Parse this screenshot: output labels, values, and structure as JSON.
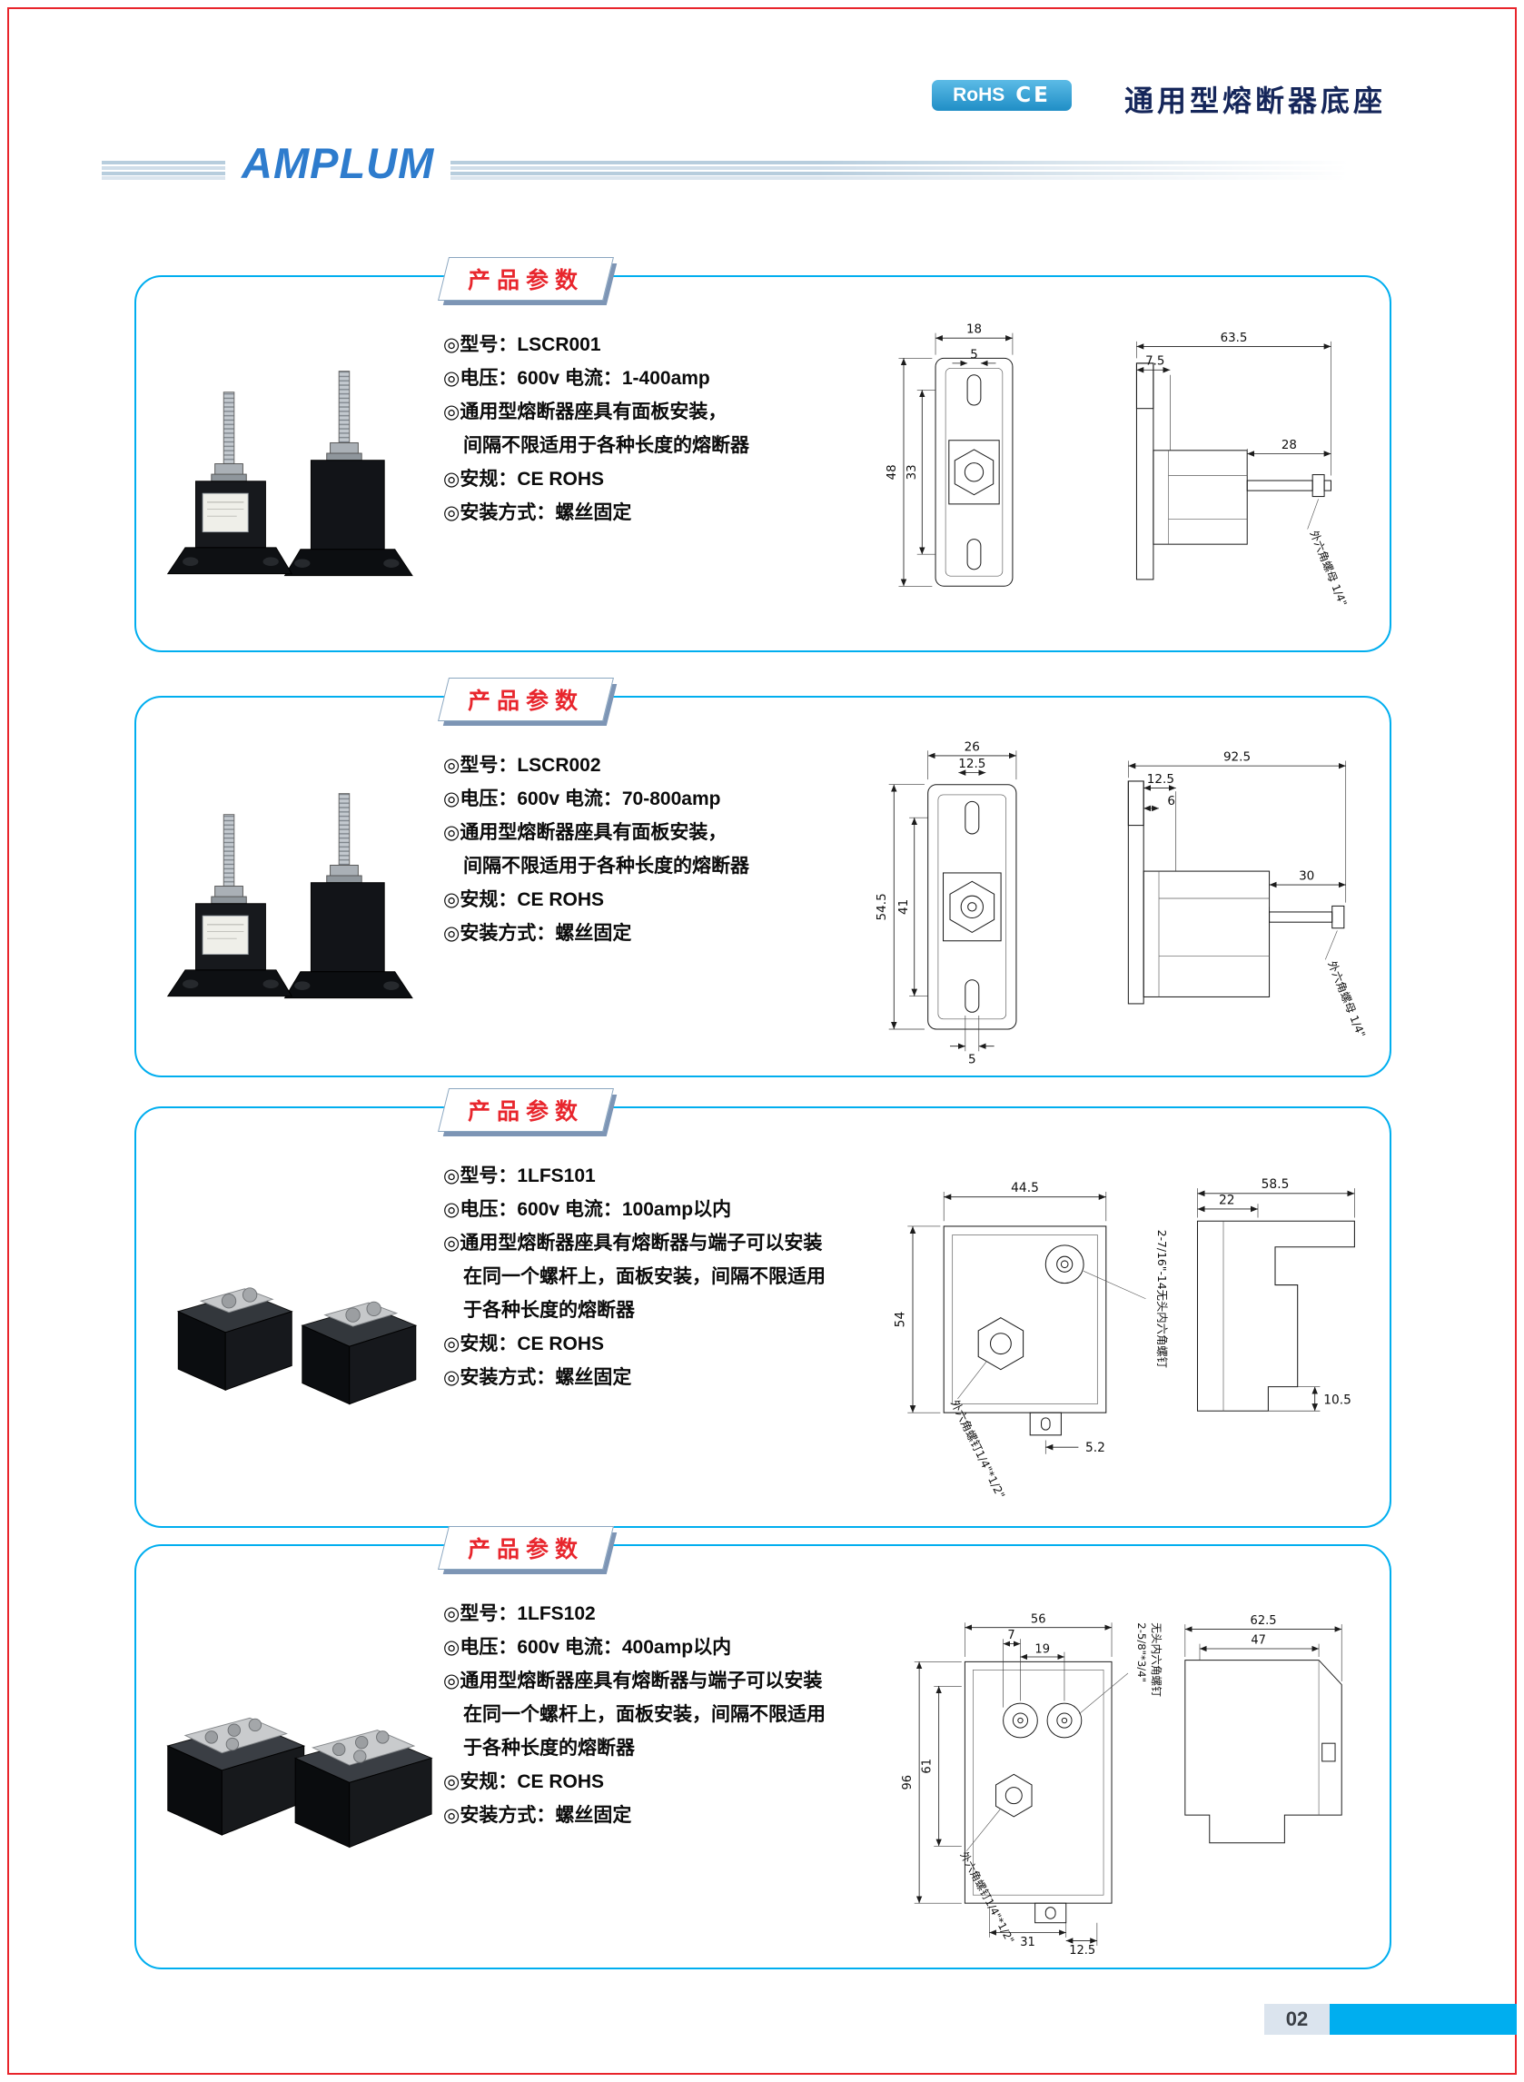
{
  "header": {
    "brand": "AMPLUM",
    "rohs": "RoHS",
    "ce": "CE",
    "title": "通用型熔断器底座"
  },
  "footer": {
    "page_number": "02"
  },
  "sections": [
    {
      "tab": "产品参数",
      "bullets": [
        {
          "text": "◎型号：LSCR001"
        },
        {
          "text": "◎电压：600v 电流：1-400amp"
        },
        {
          "text": "◎通用型熔断器座具有面板安装，"
        },
        {
          "text": "间隔不限适用于各种长度的熔断器",
          "indent": true
        },
        {
          "text": "◎安规：CE ROHS"
        },
        {
          "text": "◎安装方式：螺丝固定"
        }
      ],
      "dims": {
        "front_width": "18",
        "slot": "5",
        "height": "48",
        "inner_height": "33",
        "side_total": "63.5",
        "side_offset": "7.5",
        "thread_len": "28",
        "note": "外六角螺母 1/4\""
      }
    },
    {
      "tab": "产品参数",
      "bullets": [
        {
          "text": "◎型号：LSCR002"
        },
        {
          "text": "◎电压：600v 电流：70-800amp"
        },
        {
          "text": "◎通用型熔断器座具有面板安装，"
        },
        {
          "text": "间隔不限适用于各种长度的熔断器",
          "indent": true
        },
        {
          "text": "◎安规：CE ROHS"
        },
        {
          "text": "◎安装方式：螺丝固定"
        }
      ],
      "dims": {
        "front_width": "26",
        "front_inner": "12.5",
        "height": "54.5",
        "inner_height": "41",
        "slot_bottom": "5",
        "side_total": "92.5",
        "side_d1": "12.5",
        "side_d2": "6",
        "thread_len": "30",
        "note": "外六角螺母 1/4\""
      }
    },
    {
      "tab": "产品参数",
      "bullets": [
        {
          "text": "◎型号：1LFS101"
        },
        {
          "text": "◎电压：600v 电流：100amp以内"
        },
        {
          "text": "◎通用型熔断器座具有熔断器与端子可以安装"
        },
        {
          "text": "在同一个螺杆上，面板安装，间隔不限适用",
          "indent": true
        },
        {
          "text": "于各种长度的熔断器",
          "indent": true
        },
        {
          "text": "◎安规：CE ROHS"
        },
        {
          "text": "◎安装方式：螺丝固定"
        }
      ],
      "dims": {
        "front_width": "44.5",
        "height": "54",
        "bottom_arrow": "5.2",
        "side_total": "58.5",
        "side_top": "22",
        "side_bottom": "10.5",
        "note_left": "外六角螺钉1/4\"*1/2\"",
        "note_right": "2-7/16\"-14无头内六角螺钉"
      }
    },
    {
      "tab": "产品参数",
      "bullets": [
        {
          "text": "◎型号：1LFS102"
        },
        {
          "text": "◎电压：600v 电流：400amp以内"
        },
        {
          "text": "◎通用型熔断器座具有熔断器与端子可以安装"
        },
        {
          "text": "在同一个螺杆上，面板安装，间隔不限适用",
          "indent": true
        },
        {
          "text": "于各种长度的熔断器",
          "indent": true
        },
        {
          "text": "◎安规：CE ROHS"
        },
        {
          "text": "◎安装方式：螺丝固定"
        }
      ],
      "dims": {
        "front_width": "56",
        "d7": "7",
        "d19": "19",
        "height": "96",
        "inner_height": "61",
        "bottom_a": "31",
        "bottom_b": "12.5",
        "side_total": "62.5",
        "side_inner": "47",
        "note_right_1": "2-5/8\"*3/4\"",
        "note_right_2": "无头内六角螺钉",
        "note_left": "外六角螺钉1/4\"*1/2\""
      }
    }
  ]
}
